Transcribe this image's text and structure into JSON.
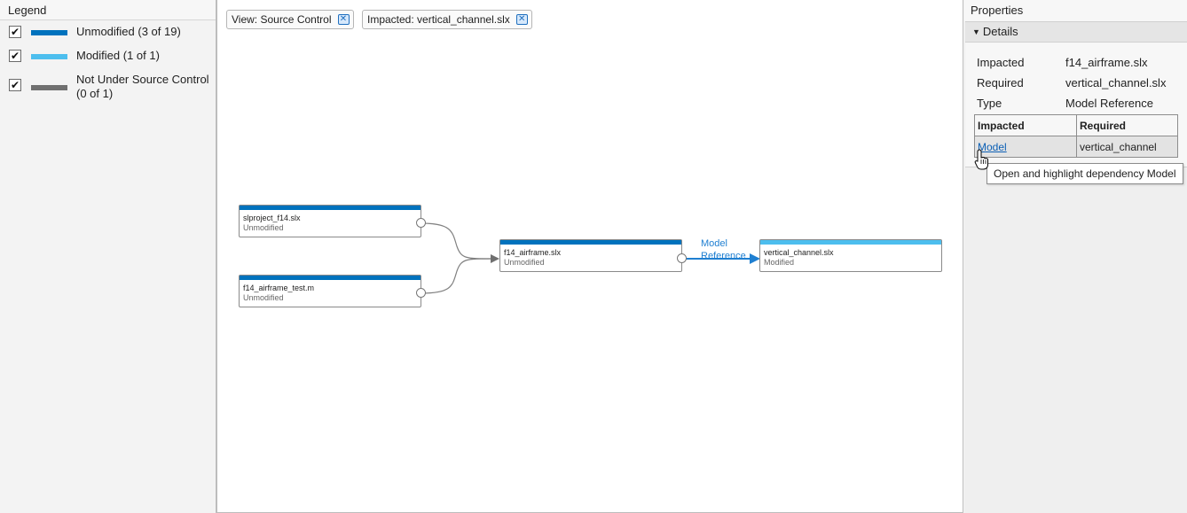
{
  "legend": {
    "title": "Legend",
    "items": [
      {
        "label": "Unmodified (3 of 19)",
        "color": "#0072bd",
        "checked": true
      },
      {
        "label": "Modified (1 of 1)",
        "color": "#4dbeee",
        "checked": true
      },
      {
        "label": "Not Under Source Control (0 of 1)",
        "color": "#707070",
        "checked": true
      }
    ]
  },
  "filters": [
    {
      "label": "View: Source Control"
    },
    {
      "label": "Impacted: vertical_channel.slx"
    }
  ],
  "graph": {
    "nodes": [
      {
        "name": "slproject_f14.slx",
        "status": "Unmodified",
        "color": "#0072bd"
      },
      {
        "name": "f14_airframe_test.m",
        "status": "Unmodified",
        "color": "#0072bd"
      },
      {
        "name": "f14_airframe.slx",
        "status": "Unmodified",
        "color": "#0072bd"
      },
      {
        "name": "vertical_channel.slx",
        "status": "Modified",
        "color": "#4dbeee"
      }
    ],
    "edge_label": "Model Reference",
    "highlight_color": "#1f7fd1"
  },
  "properties": {
    "title": "Properties",
    "section": "Details",
    "fields": [
      {
        "key": "Impacted",
        "value": "f14_airframe.slx"
      },
      {
        "key": "Required",
        "value": "vertical_channel.slx"
      },
      {
        "key": "Type",
        "value": "Model Reference"
      }
    ],
    "table": {
      "headers": [
        "Impacted",
        "Required"
      ],
      "rows": [
        [
          "Model",
          "vertical_channel"
        ]
      ]
    },
    "tooltip": "Open and highlight dependency Model"
  }
}
